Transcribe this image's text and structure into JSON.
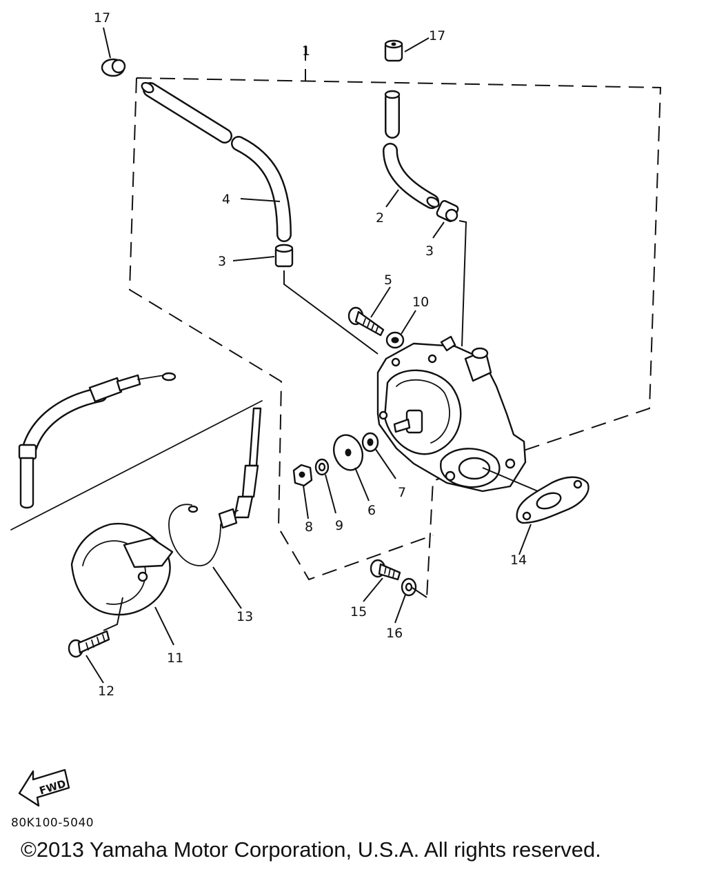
{
  "callouts": {
    "p1": "1",
    "p2": "2",
    "p3a": "3",
    "p3b": "3",
    "p4": "4",
    "p5": "5",
    "p6": "6",
    "p7": "7",
    "p8": "8",
    "p9": "9",
    "p10": "10",
    "p11": "11",
    "p12": "12",
    "p13": "13",
    "p14": "14",
    "p15": "15",
    "p16": "16",
    "p17a": "17",
    "p17b": "17"
  },
  "fwd_arrow": {
    "text": "FWD"
  },
  "diagram_code": "80K100-5040",
  "copyright": "©2013 Yamaha Motor Corporation, U.S.A. All rights reserved."
}
